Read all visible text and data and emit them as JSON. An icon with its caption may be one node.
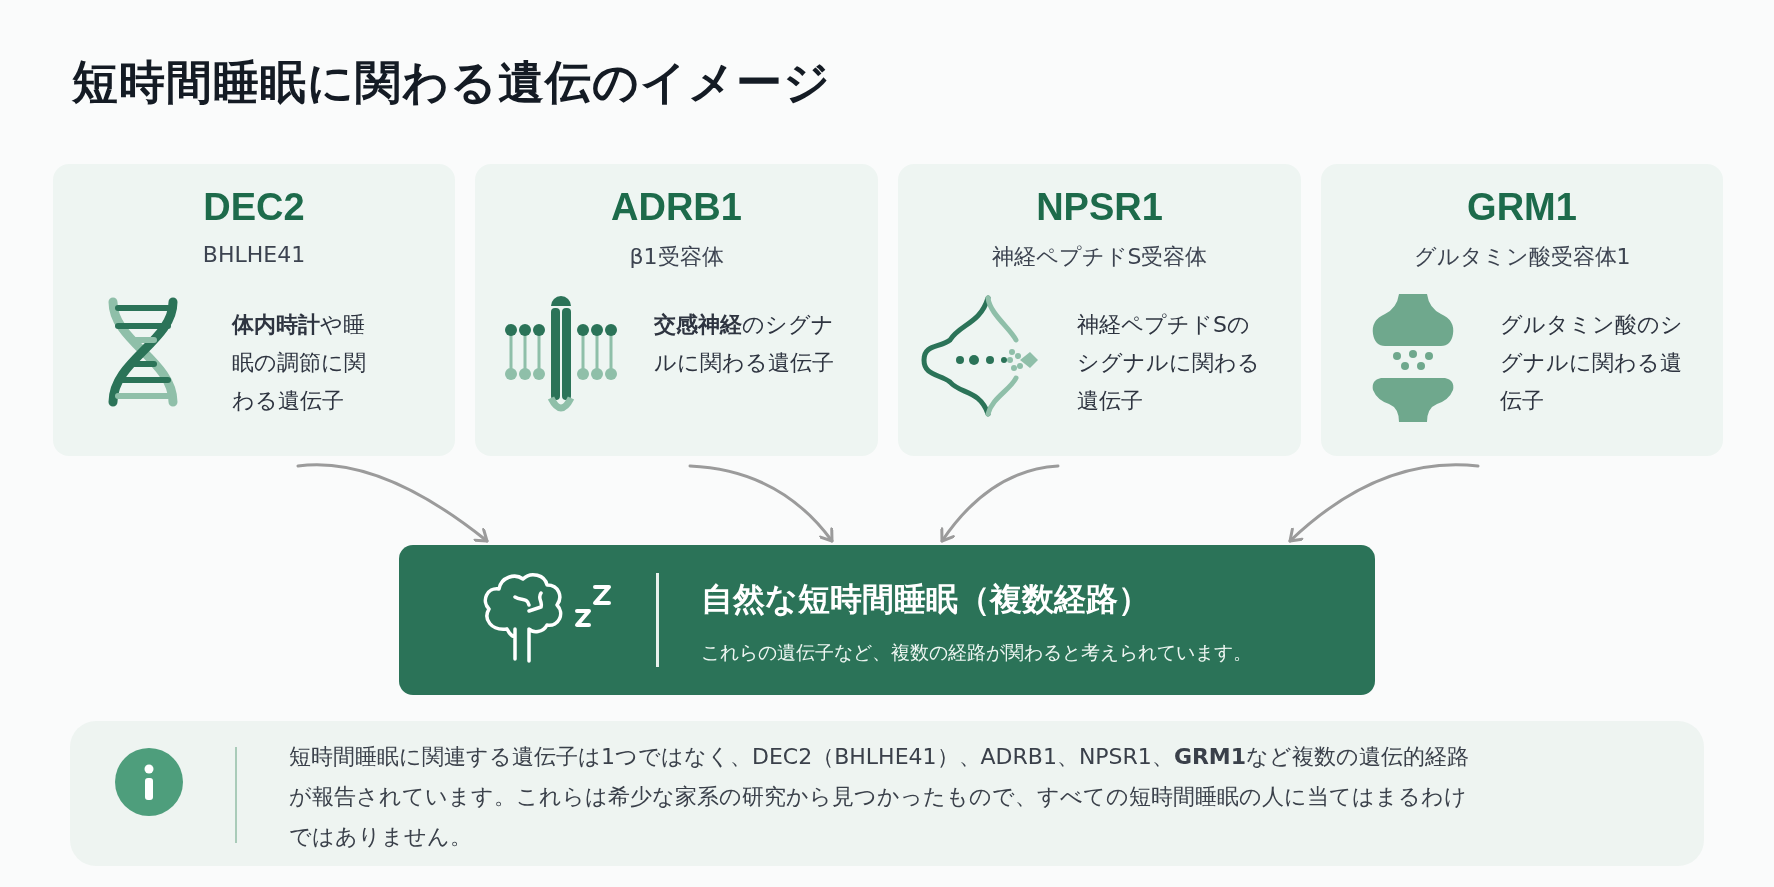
{
  "diagram": {
    "title": "短時間睡眠に関わる遺伝のイメージ",
    "nodes": [
      {
        "text": [
          "DEC2",
          "BHLHE41",
          "**体内時計**や睡眠の調節に関わる遺伝子"
        ]
      },
      {
        "text": [
          "ADRB1",
          "β1受容体",
          "**交感神経**のシグナルに関わる遺伝子"
        ]
      },
      {
        "text": [
          "NPSR1",
          "神経ペプチドS受容体",
          "神経ペプチドSのシグナルに関わる遺伝子"
        ]
      },
      {
        "text": [
          "GRM1",
          "グルタミン酸受容体1",
          "グルタミン酸のシグナルに関わる遺伝子"
        ]
      },
      {
        "text": [
          "自然な短時間睡眠（複数経路）",
          "これらの遺伝子など、複数の経路が関わると考えられています。"
        ]
      },
      {
        "text": [
          "短時間睡眠に関連する遺伝子は1つではなく、DEC2（BHLHE41）、ADRB1、NPSR1、**GRM1**など複数の遺伝的経路が報告されています。これらは希少な家系の研究から見つかったもので、すべての短時間睡眠の人に当てはまるわけではありません。"
        ]
      }
    ],
    "edges": [
      {
        "from": 0,
        "to": 4,
        "arrow": "to"
      },
      {
        "from": 1,
        "to": 4,
        "arrow": "to"
      },
      {
        "from": 2,
        "to": 4,
        "arrow": "to"
      },
      {
        "from": 3,
        "to": 4,
        "arrow": "to"
      }
    ]
  }
}
